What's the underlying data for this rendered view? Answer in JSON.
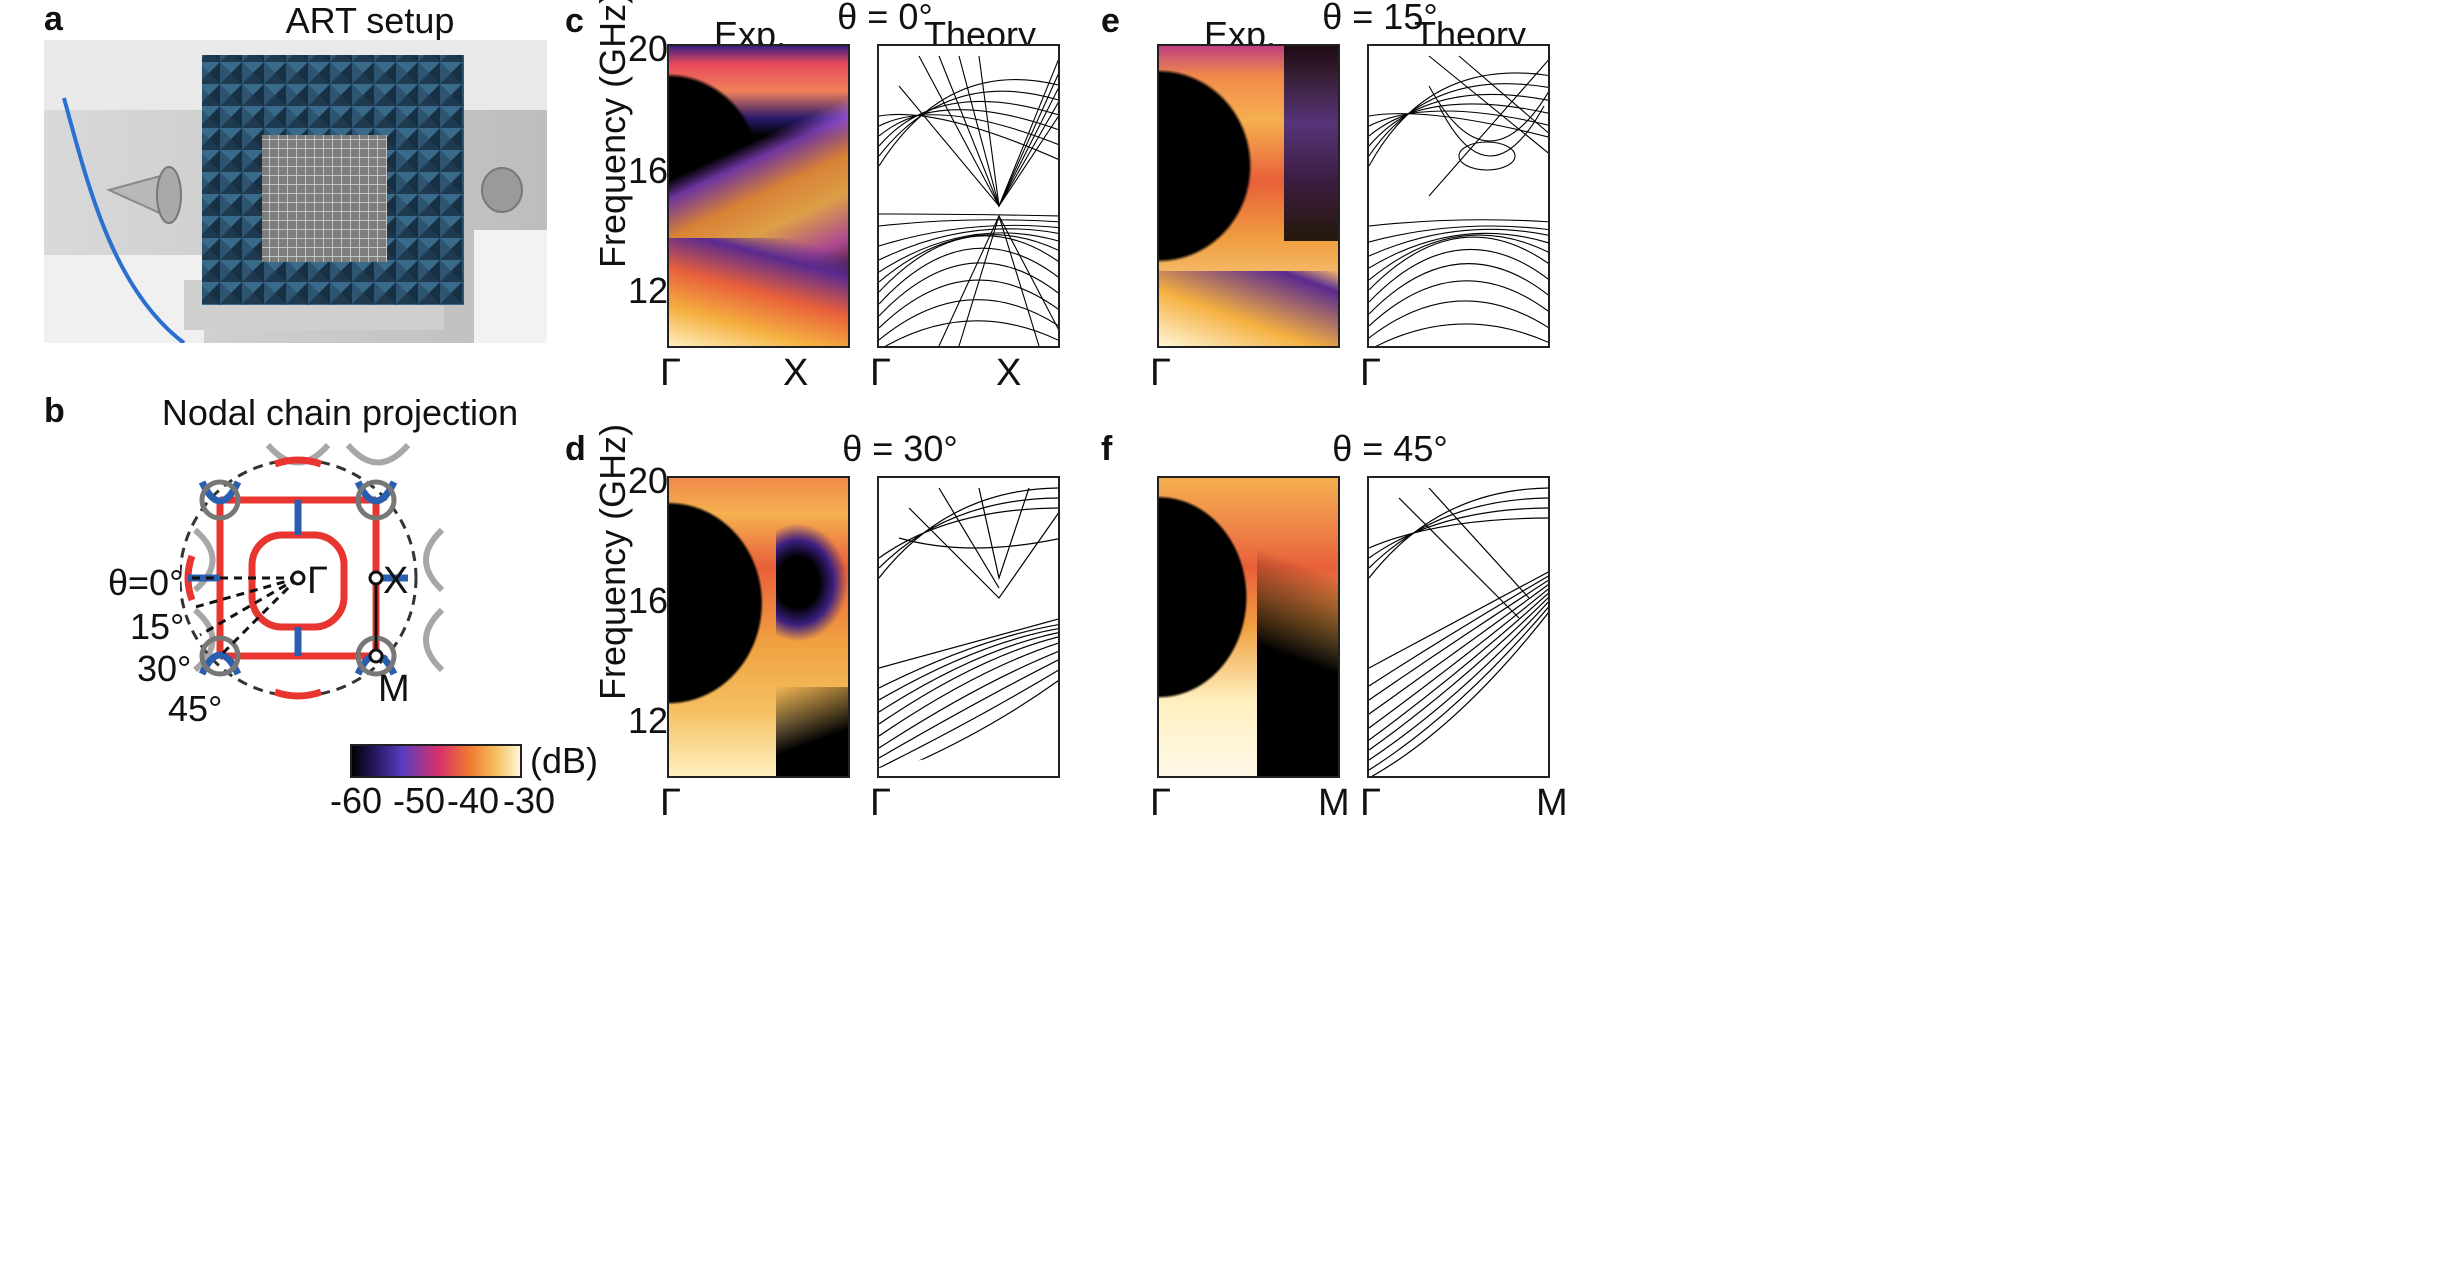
{
  "panels": {
    "a": {
      "letter": "a",
      "title": "ART setup"
    },
    "b": {
      "letter": "b",
      "title": "Nodal chain projection",
      "point_labels": {
        "gamma": "Γ",
        "x": "X",
        "m": "M"
      },
      "angle_labels": [
        "θ=0°",
        "15°",
        "30°",
        "45°"
      ],
      "colorbar": {
        "unit": "(dB)",
        "ticks": [
          "-60",
          "-50",
          "-40",
          "-30"
        ],
        "range": [
          -60,
          -30
        ]
      }
    },
    "c": {
      "letter": "c",
      "angle": "θ = 0°",
      "exp_label": "Exp.",
      "theory_label": "Theory",
      "x_ticks_exp": [
        "Γ",
        "X"
      ],
      "x_ticks_theory": [
        "Γ",
        "X"
      ]
    },
    "d": {
      "letter": "d",
      "angle": "θ = 30°",
      "x_ticks_exp": [
        "Γ"
      ],
      "x_ticks_theory": [
        "Γ"
      ]
    },
    "e": {
      "letter": "e",
      "angle": "θ = 15°",
      "exp_label": "Exp.",
      "theory_label": "Theory",
      "x_ticks_exp": [
        "Γ"
      ],
      "x_ticks_theory": [
        "Γ"
      ]
    },
    "f": {
      "letter": "f",
      "angle": "θ = 45°",
      "x_ticks_exp": [
        "Γ",
        "M"
      ],
      "x_ticks_theory": [
        "Γ",
        "M"
      ]
    }
  },
  "axes": {
    "ylabel": "Frequency (GHz)",
    "y_ticks": [
      "20",
      "16",
      "12"
    ],
    "ylim": [
      10,
      20
    ]
  },
  "colors": {
    "nodal_red": "#e8352f",
    "nodal_blue": "#2a5fb0",
    "gray": "#8a8a8a"
  }
}
